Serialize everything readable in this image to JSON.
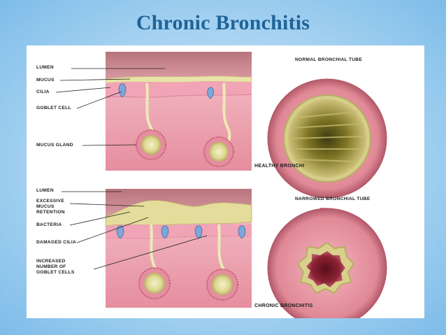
{
  "slide": {
    "title": "Chronic Bronchitis"
  },
  "top_panel": {
    "labels": {
      "lumen": "LUMEN",
      "mucus": "MUCUS",
      "cilia": "CILIA",
      "goblet_cell": "GOBLET CELL",
      "mucus_gland": "MUCUS GLAND"
    },
    "tube_title": "NORMAL BRONCHIAL TUBE",
    "caption": "HEALTHY BRONCHI"
  },
  "bottom_panel": {
    "labels": {
      "lumen": "LUMEN",
      "excessive_mucus": "EXCESSIVE\nMUCUS\nRETENTION",
      "bacteria": "BACTERIA",
      "damaged_cilia": "DAMAGED CILIA",
      "increased_goblet": "INCREASED\nNUMBER OF\nGOBLET CELLS"
    },
    "tube_title": "NARROWED BRONCHIAL TUBE",
    "caption": "CHRONIC BRONCHITIS"
  },
  "colors": {
    "title": "#1f6398",
    "tissue": "#e79aa8",
    "mucus": "#e8e3ad",
    "lumen": "#cf8a92"
  }
}
